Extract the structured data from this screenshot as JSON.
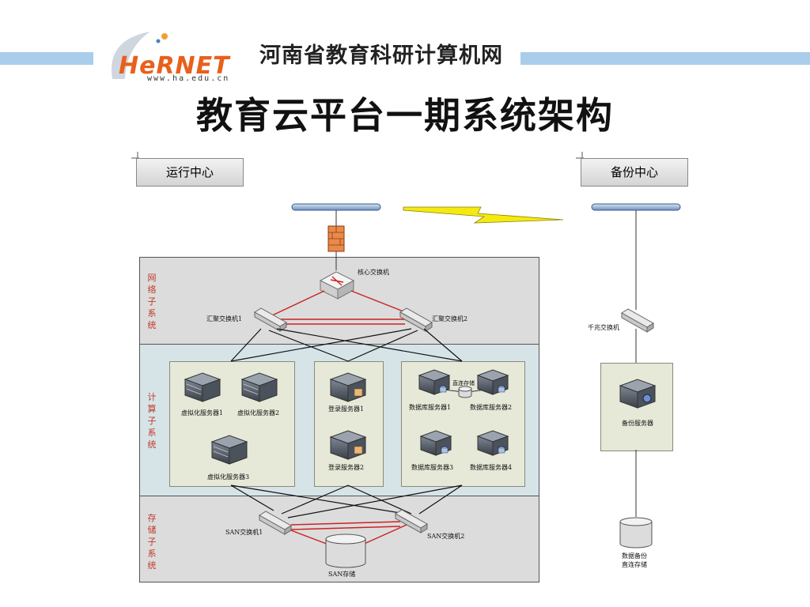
{
  "header": {
    "site_name": "河南省教育科研计算机网",
    "logo_text": "HeRNET",
    "logo_url": "www.ha.edu.cn",
    "accent_color": "#a9cdea"
  },
  "title": "教育云平台一期系统架构",
  "centers": {
    "operation": "运行中心",
    "backup": "备份中心"
  },
  "zones": {
    "network": "网络子系统",
    "compute": "计算子系统",
    "storage": "存储子系统"
  },
  "devices": {
    "core_switch": "核心交换机",
    "agg_switch_1": "汇聚交换机1",
    "agg_switch_2": "汇聚交换机2",
    "virt_server_1": "虚拟化服务器1",
    "virt_server_2": "虚拟化服务器2",
    "virt_server_3": "虚拟化服务器3",
    "login_server_1": "登录服务器1",
    "login_server_2": "登录服务器2",
    "db_server_1": "数据库服务器1",
    "db_server_2": "数据库服务器2",
    "db_server_3": "数据库服务器3",
    "db_server_4": "数据库服务器4",
    "direct_storage": "直连存储",
    "san_switch_1": "SAN交换机1",
    "san_switch_2": "SAN交换机2",
    "san_storage": "SAN存储",
    "gigabit_switch": "千兆交换机",
    "backup_server": "备份服务器",
    "backup_storage_line1": "数据备份",
    "backup_storage_line2": "直连存储"
  }
}
